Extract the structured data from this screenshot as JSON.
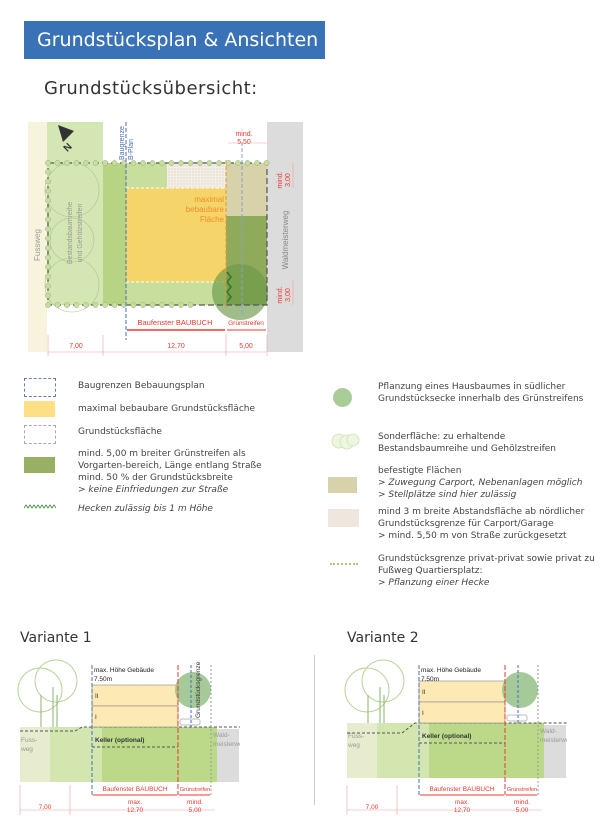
{
  "title": "Grundstücksplan & Ansichten",
  "subtitle": "Grundstücksübersicht:",
  "plan": {
    "fussweg": "Fussweg",
    "waldmeisterweg": "Waldmeisterweg",
    "bestand_1": "Bestandsbaumreihe",
    "bestand_2": "und Gehölzstreifen",
    "baugrenze_1": "Baugrenze",
    "baugrenze_2": "B-Plan",
    "max_1": "maximal",
    "max_2": "bebaubare",
    "max_3": "Fläche",
    "mind_top_1": "mind.",
    "mind_top_2": "5,50",
    "mind_r1_1": "mind.",
    "mind_r1_2": "3,00",
    "mind_r2_1": "mind.",
    "mind_r2_2": "3,00",
    "baufenster": "Baufenster BAUBUCH",
    "gruenstreifen": "Grünstreifen",
    "dim_1": "7,00",
    "dim_2": "12,70",
    "dim_3": "5,00",
    "north": "N"
  },
  "legend_left": [
    {
      "text": "Baugrenzen Bebauungsplan"
    },
    {
      "text": "maximal bebaubare Grundstücksfläche"
    },
    {
      "text": "Grundstücksfläche"
    },
    {
      "text": "mind. 5,00 m breiter Grünstreifen als Vorgarten-bereich, Länge entlang Straße mind. 50 % der Grundstücksbreite",
      "note": "> keine Einfriedungen zur Straße"
    },
    {
      "note": "Hecken zulässig bis 1 m Höhe"
    }
  ],
  "legend_right": [
    {
      "text": "Pflanzung eines Hausbaumes in südlicher Grundstücksecke innerhalb des Grünstreifens"
    },
    {
      "text": "Sonderfläche: zu erhaltende Bestandsbaumreihe und Gehölzstreifen"
    },
    {
      "text": "befestigte Flächen",
      "note1": "> Zuwegung Carport, Nebenanlagen möglich",
      "note2": "> Stellplätze sind hier zulässig"
    },
    {
      "text": "mind 3 m breite Abstandsfläche ab nördlicher Grundstücksgrenze für Carport/Garage",
      "note": "> mind. 5,50 m von Straße zurückgesetzt"
    },
    {
      "text": "Grundstücksgrenze privat-privat sowie privat zu Fußweg Quartiersplatz:",
      "note": "> Pflanzung einer Hecke"
    }
  ],
  "variants": [
    {
      "title": "Variante 1",
      "height_1": "max. Höhe Gebäude",
      "height_2": "7.50m",
      "floor_2": "II",
      "floor_1": "I",
      "keller": "Keller (optional)",
      "fussweg_1": "Fuss-",
      "fussweg_2": "weg",
      "wald_1": "Wald-",
      "wald_2": "meisterweg",
      "grenze": "Grundstücksgrenze",
      "baufenster": "Baufenster BAUBUCH",
      "gruen": "Grünstreifen",
      "dim_1": "7,00",
      "dim_2a": "max.",
      "dim_2b": "12,70",
      "dim_3a": "mind.",
      "dim_3b": "5,00"
    },
    {
      "title": "Variante 2",
      "height_1": "max. Höhe Gebäude",
      "height_2": "7.50m",
      "floor_2": "II",
      "floor_1": "I",
      "keller": "Keller (optional)",
      "fussweg_1": "Fuss-",
      "fussweg_2": "weg",
      "wald_1": "Wald-",
      "wald_2": "meisterweg",
      "baufenster": "Baufenster BAUBUCH",
      "gruen": "Grünstreifen",
      "dim_1": "7,00",
      "dim_2a": "max.",
      "dim_2b": "12,70",
      "dim_3a": "mind.",
      "dim_3b": "5,00"
    }
  ],
  "colors": {
    "banner": "#3a72b8",
    "yellow": "#f5d56a",
    "green_dark": "#8faa5a",
    "green_light": "#c6dd9a",
    "paved": "#d8d2aa",
    "red": "#e8392f",
    "blue": "#4a6fb5"
  }
}
